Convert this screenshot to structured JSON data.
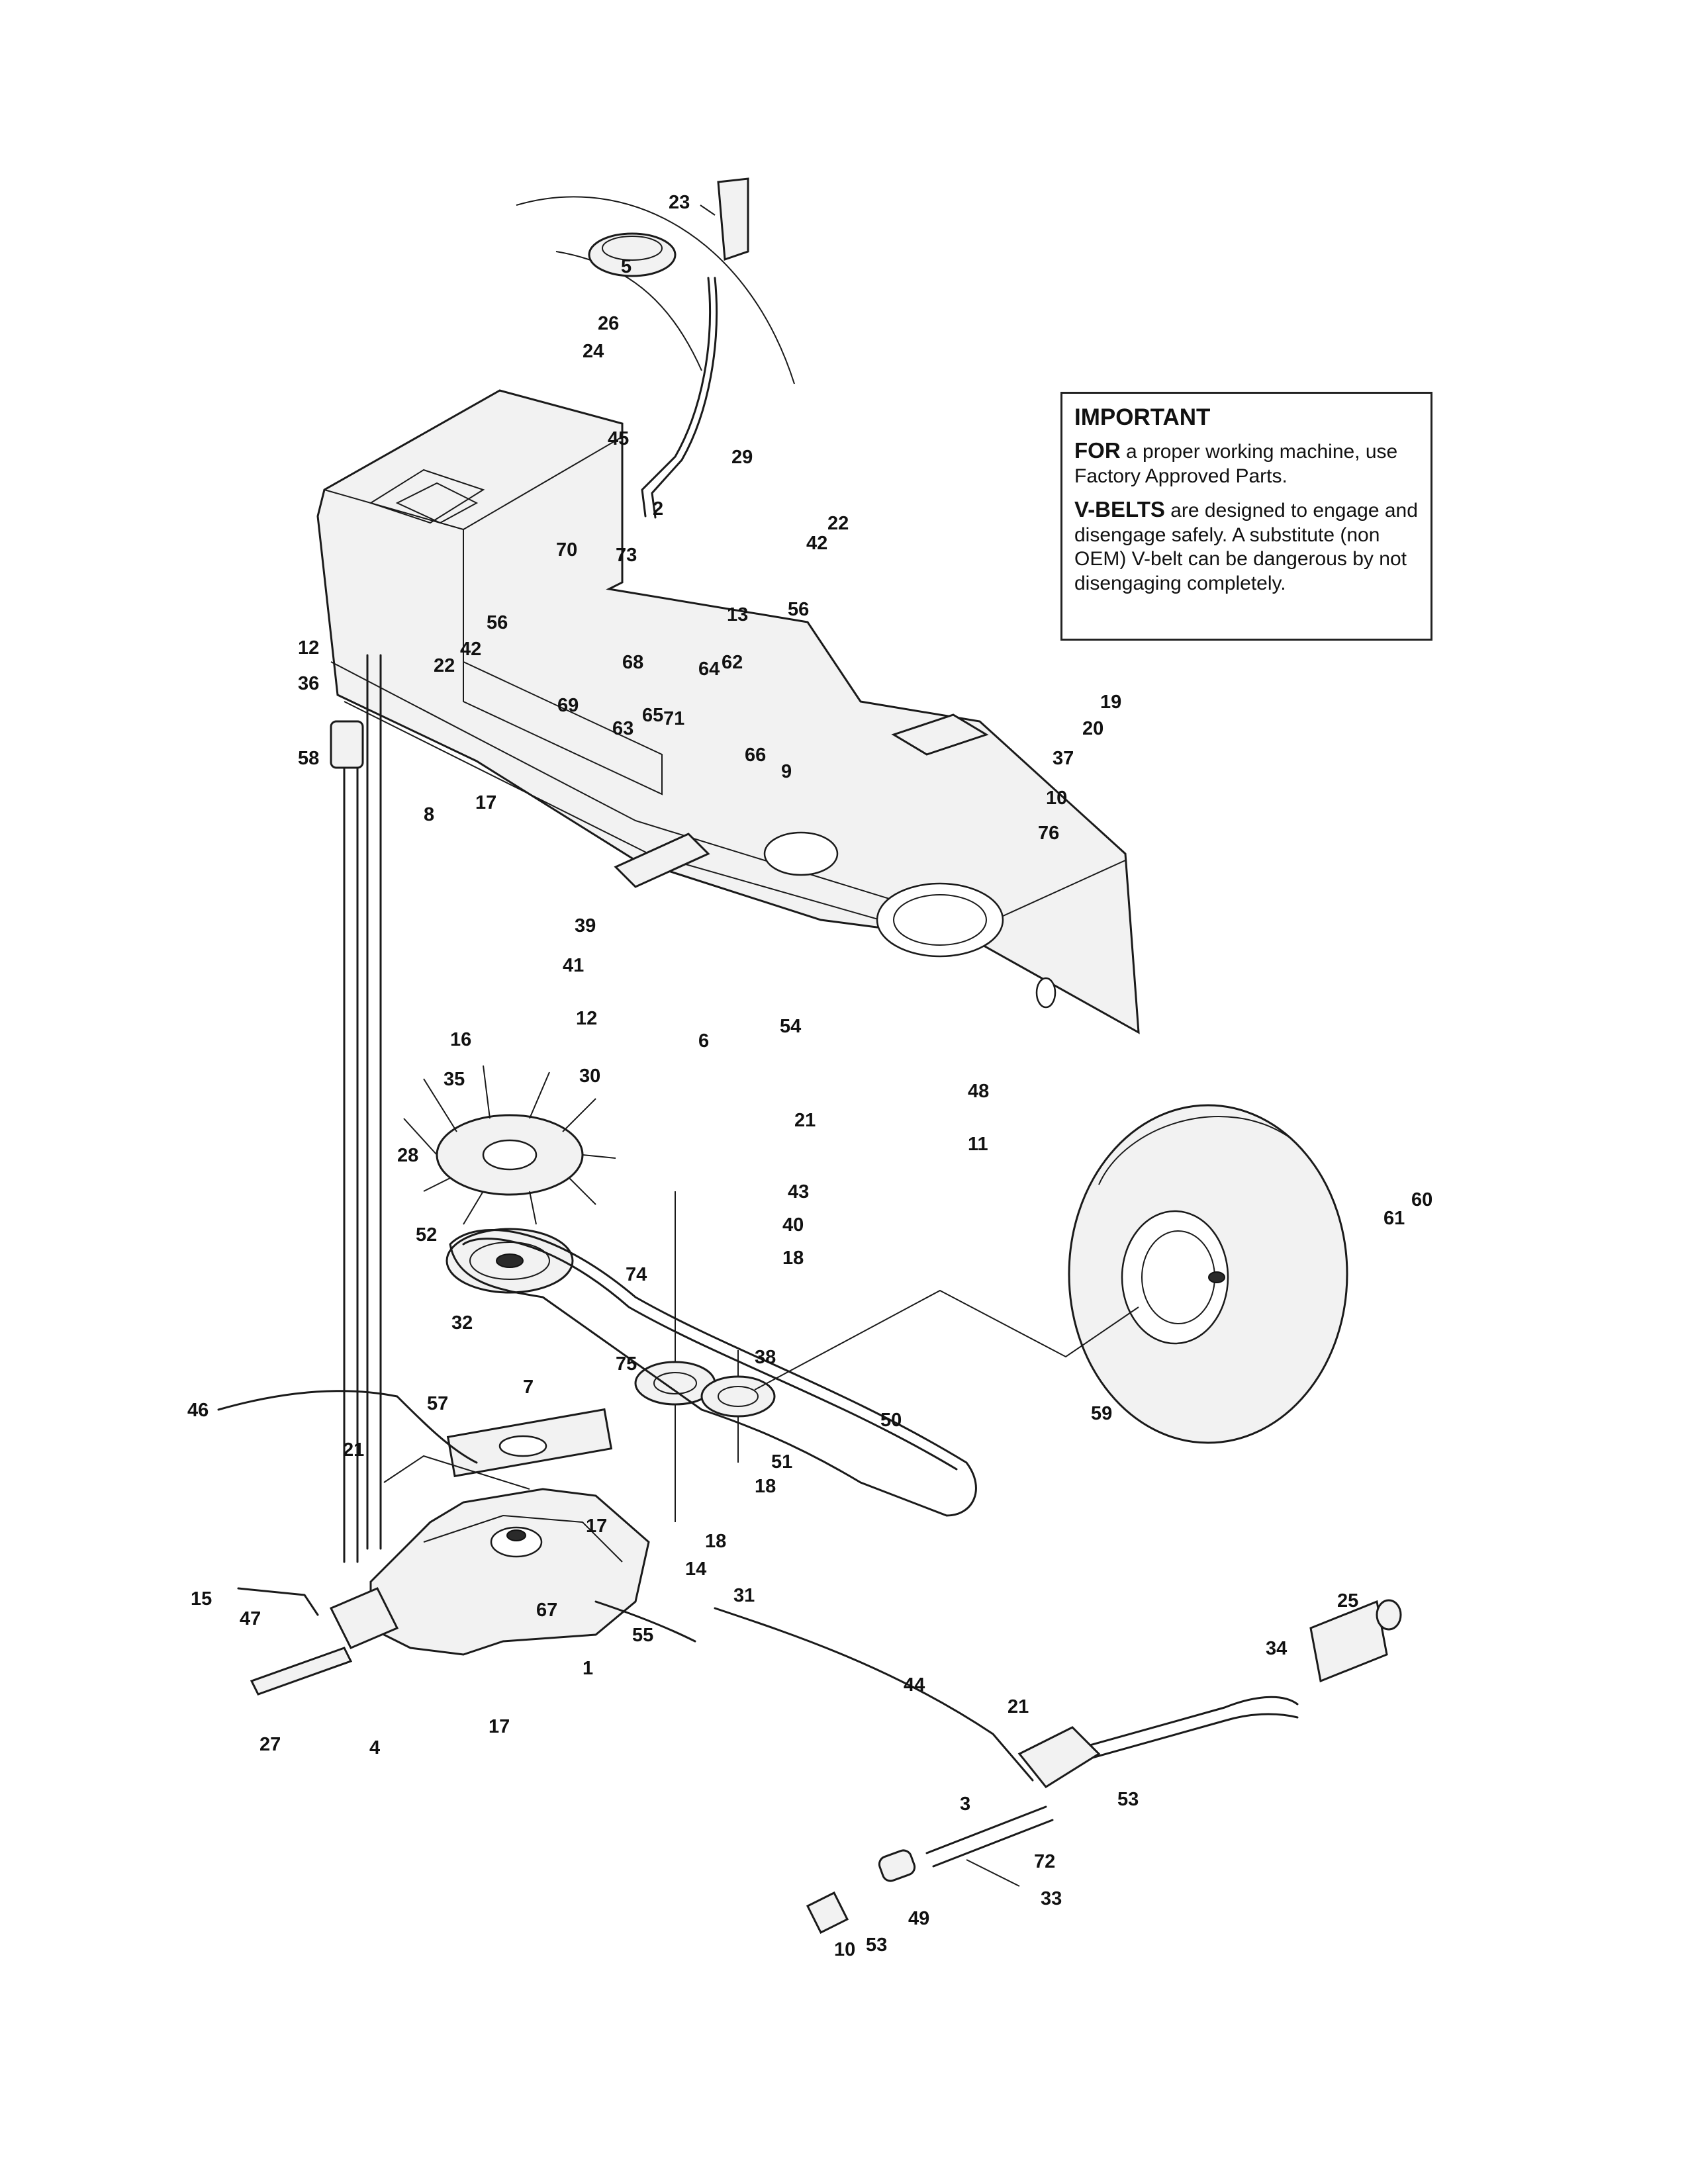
{
  "notice": {
    "title": "IMPORTANT",
    "para1_lead": "FOR",
    "para1_text": " a proper working machine, use Factory Approved Parts.",
    "para2_lead": "V-BELTS",
    "para2_text": " are designed to engage and disengage safely. A substitute (non OEM) V-belt can be dangerous by not disengaging completely."
  },
  "callouts": [
    "23",
    "5",
    "26",
    "24",
    "45",
    "29",
    "2",
    "22",
    "42",
    "70",
    "73",
    "56",
    "13",
    "12",
    "36",
    "58",
    "22b",
    "42b",
    "56b",
    "68",
    "69",
    "64",
    "62",
    "63",
    "65",
    "71",
    "66",
    "9",
    "8",
    "17",
    "19",
    "20",
    "37",
    "10",
    "76",
    "39",
    "41",
    "12b",
    "6",
    "54",
    "48",
    "11",
    "16",
    "35",
    "30",
    "21",
    "43",
    "40",
    "18",
    "28",
    "52",
    "74",
    "32",
    "38",
    "75",
    "50",
    "51",
    "18b",
    "46",
    "57",
    "7",
    "21b",
    "18c",
    "17b",
    "14",
    "31",
    "15",
    "47",
    "67",
    "55",
    "1",
    "44",
    "27",
    "4",
    "17c",
    "60",
    "61",
    "59",
    "25",
    "34",
    "21c",
    "53",
    "3",
    "72",
    "33",
    "49",
    "53b",
    "10b"
  ]
}
